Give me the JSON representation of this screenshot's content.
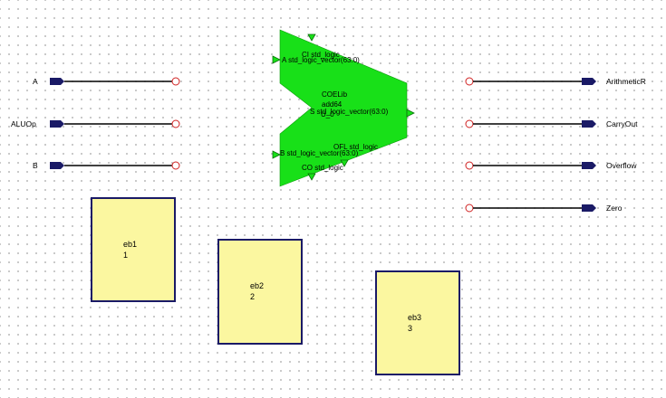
{
  "colors": {
    "line": "#000000",
    "port_fill": "#1a1a66",
    "bubble": "#d02020",
    "component": "#18e018",
    "block_fill": "#fbf7a0",
    "block_border": "#1a1a66"
  },
  "inputs": [
    {
      "label": "A"
    },
    {
      "label": "ALUOp"
    },
    {
      "label": "B"
    }
  ],
  "outputs": [
    {
      "label": "ArithmeticR"
    },
    {
      "label": "CarryOut"
    },
    {
      "label": "Overflow"
    },
    {
      "label": "Zero"
    }
  ],
  "component": {
    "library": "COELib",
    "name": "add64",
    "instance": "U_0",
    "ports": {
      "ci": "CI  std_logic",
      "a": "A   std_logic_vector(63:0)",
      "s": "S   std_logic_vector(63:0)",
      "ofl": "OFL  std_logic",
      "b": "B   std_logic_vector(63:0)",
      "co": "CO  std_logic"
    }
  },
  "blocks": [
    {
      "name": "eb1",
      "number": "1"
    },
    {
      "name": "eb2",
      "number": "2"
    },
    {
      "name": "eb3",
      "number": "3"
    }
  ]
}
